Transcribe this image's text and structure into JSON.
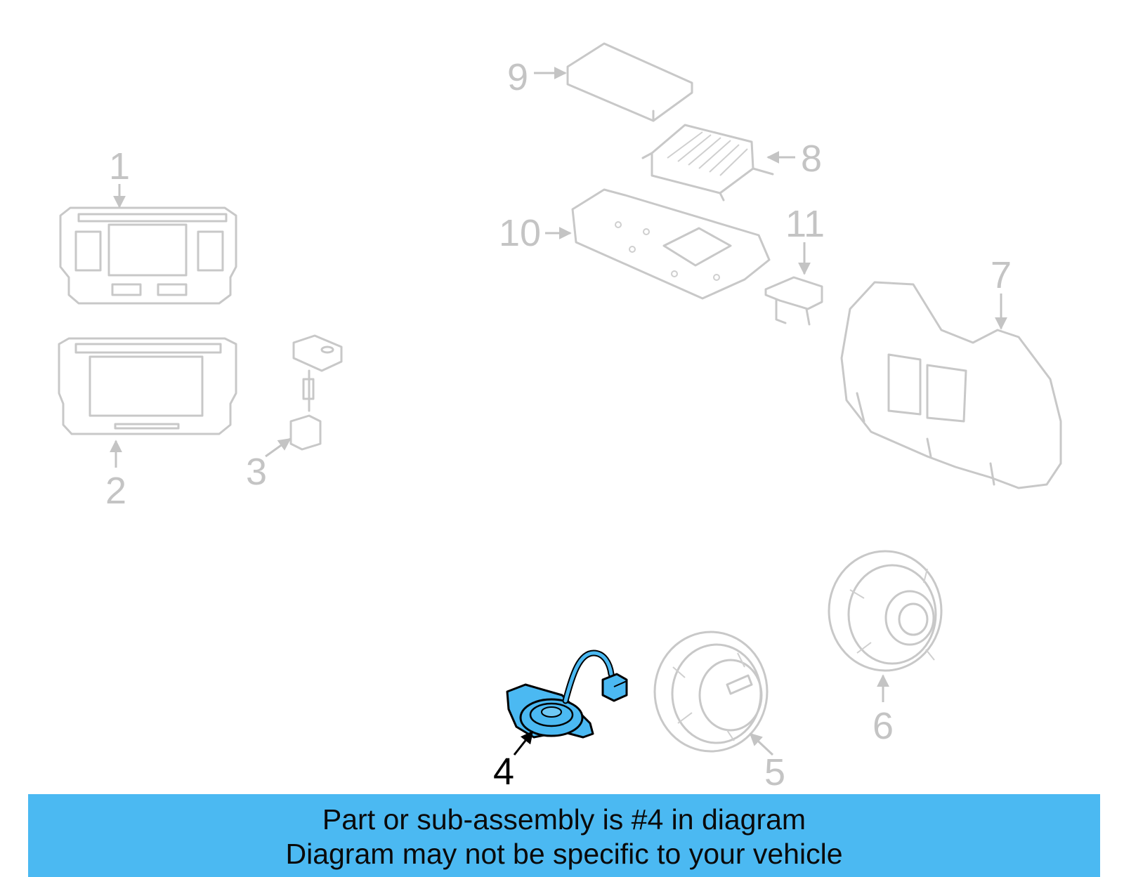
{
  "callouts": {
    "c1": "1",
    "c2": "2",
    "c3": "3",
    "c4": "4",
    "c5": "5",
    "c6": "6",
    "c7": "7",
    "c8": "8",
    "c9": "9",
    "c10": "10",
    "c11": "11"
  },
  "highlight_color": "#4bb9f2",
  "banner": {
    "line1": "Part or sub-assembly is #4 in diagram",
    "line2": "Diagram may not be specific to your vehicle"
  }
}
